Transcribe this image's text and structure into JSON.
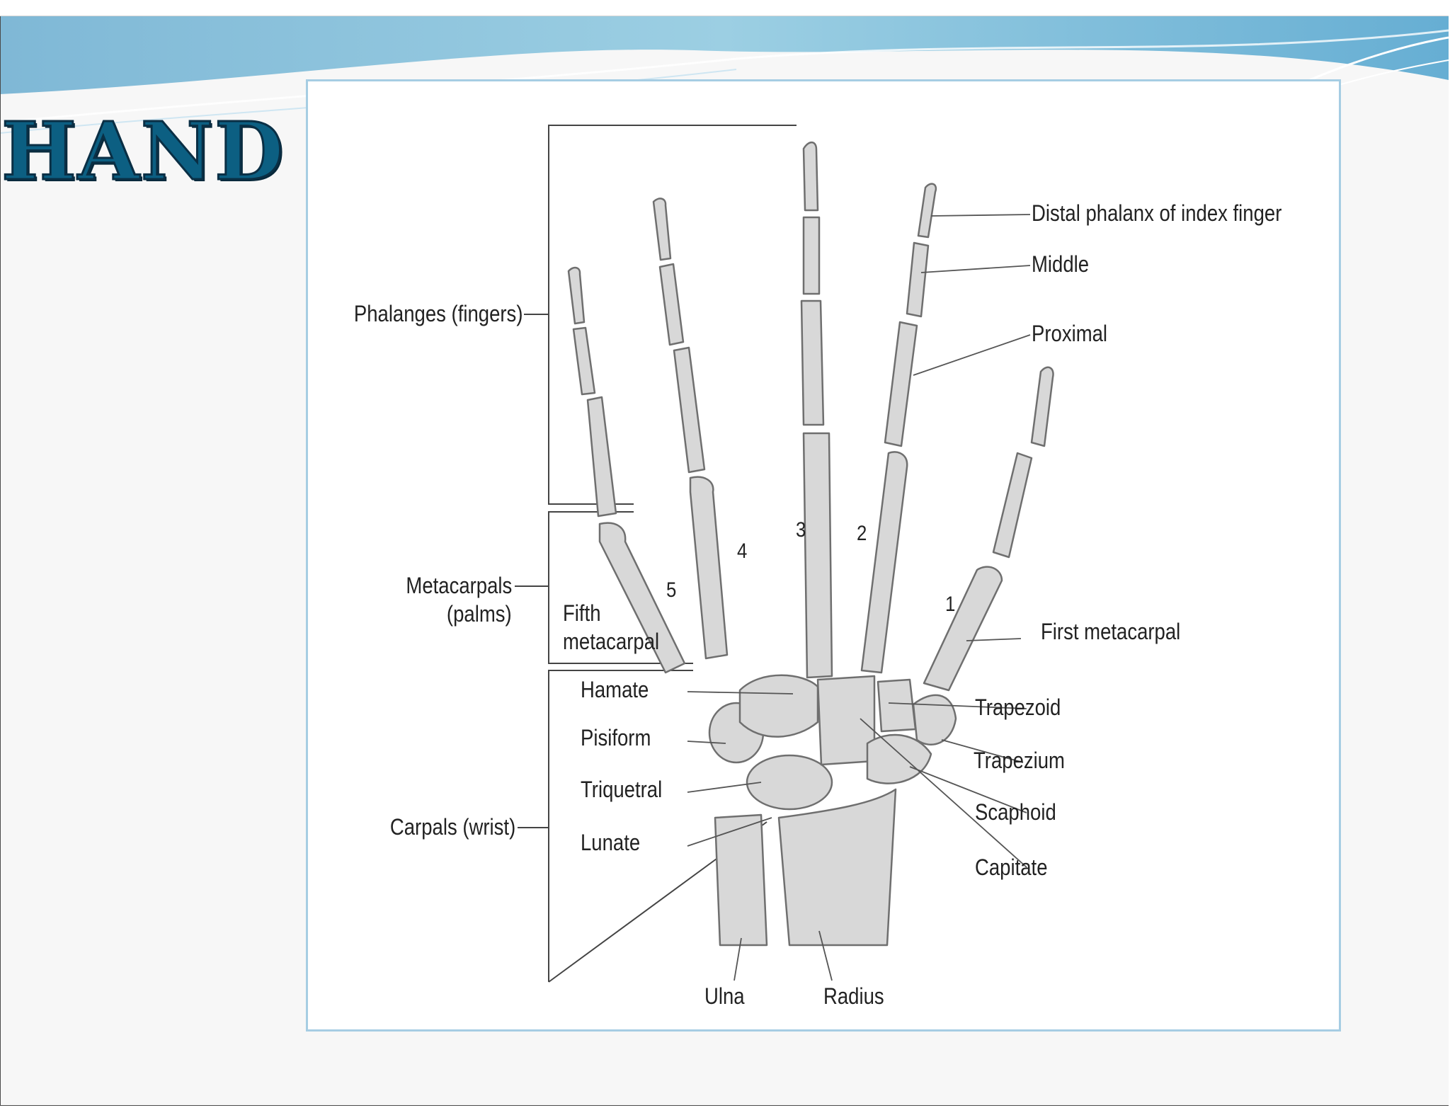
{
  "slide": {
    "title": "HAND"
  },
  "diagram": {
    "labels": {
      "phalanges": "Phalanges (fingers)",
      "metacarpals": "Metacarpals",
      "metacarpals_sub": "(palms)",
      "carpals": "Carpals (wrist)",
      "fifth_metacarpal_1": "Fifth",
      "fifth_metacarpal_2": "metacarpal",
      "hamate": "Hamate",
      "pisiform": "Pisiform",
      "triquetral": "Triquetral",
      "lunate": "Lunate",
      "distal_phalanx": "Distal phalanx of index finger",
      "middle": "Middle",
      "proximal": "Proximal",
      "first_metacarpal": "First metacarpal",
      "trapezoid": "Trapezoid",
      "trapezium": "Trapezium",
      "scaphoid": "Scaphoid",
      "capitate": "Capitate",
      "ulna": "Ulna",
      "radius": "Radius"
    },
    "digit_numbers": [
      "1",
      "2",
      "3",
      "4",
      "5"
    ],
    "colors": {
      "title_fill": "#0c5f82",
      "frame_border": "#a6cde3",
      "bone_fill": "#d8d8d8",
      "bone_stroke": "#6f6f6f"
    }
  }
}
